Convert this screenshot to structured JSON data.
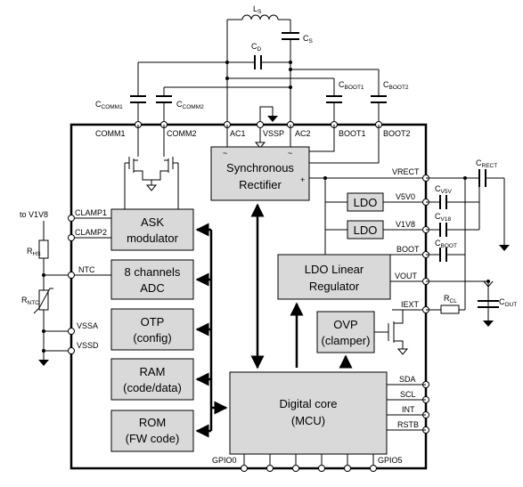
{
  "blocks": {
    "sync_rect_line1": "Synchronous",
    "sync_rect_line2": "Rectifier",
    "ask_line1": "ASK",
    "ask_line2": "modulator",
    "adc_line1": "8 channels",
    "adc_line2": "ADC",
    "otp_line1": "OTP",
    "otp_line2": "(config)",
    "ram_line1": "RAM",
    "ram_line2": "(code/data)",
    "rom_line1": "ROM",
    "rom_line2": "(FW code)",
    "ldo_lin_line1": "LDO Linear",
    "ldo_lin_line2": "Regulator",
    "ldo1": "LDO",
    "ldo2": "LDO",
    "ovp_line1": "OVP",
    "ovp_line2": "(clamper)",
    "core_line1": "Digital core",
    "core_line2": "(MCU)"
  },
  "pins": {
    "comm1": "COMM1",
    "comm2": "COMM2",
    "ac1": "AC1",
    "vssp": "VSSP",
    "ac2": "AC2",
    "boot1": "BOOT1",
    "boot2": "BOOT2",
    "clamp1": "CLAMP1",
    "clamp2": "CLAMP2",
    "ntc": "NTC",
    "vssa": "VSSA",
    "vssd": "VSSD",
    "vrect": "VRECT",
    "v5v0": "V5V0",
    "v1v8": "V1V8",
    "boot": "BOOT",
    "vout": "VOUT",
    "iext": "IEXT",
    "sda": "SDA",
    "scl": "SCL",
    "int": "INT",
    "rstb": "RSTB",
    "gpio0": "GPIO0",
    "gpio5": "GPIO5"
  },
  "components": {
    "ls": {
      "base": "L",
      "sub": "S"
    },
    "cs": {
      "base": "C",
      "sub": "S"
    },
    "cd": {
      "base": "C",
      "sub": "D"
    },
    "ccomm1": {
      "base": "C",
      "sub": "COMM1"
    },
    "ccomm2": {
      "base": "C",
      "sub": "COMM2"
    },
    "cboot1": {
      "base": "C",
      "sub": "BOOT1"
    },
    "cboot2": {
      "base": "C",
      "sub": "BOOT2"
    },
    "crect": {
      "base": "C",
      "sub": "RECT"
    },
    "cv5v": {
      "base": "C",
      "sub": "V5V"
    },
    "cv18": {
      "base": "C",
      "sub": "V18"
    },
    "cboot": {
      "base": "C",
      "sub": "BOOT"
    },
    "rcl": {
      "base": "R",
      "sub": "CL"
    },
    "cout": {
      "base": "C",
      "sub": "OUT"
    },
    "rhs": {
      "base": "R",
      "sub": "HS"
    },
    "rntc": {
      "base": "R",
      "sub": "NTC"
    }
  },
  "labels": {
    "to_v1v8": "to V1V8",
    "sym_tilde_left": "~",
    "sym_tilde_right": "~",
    "sym_plus": "+"
  }
}
